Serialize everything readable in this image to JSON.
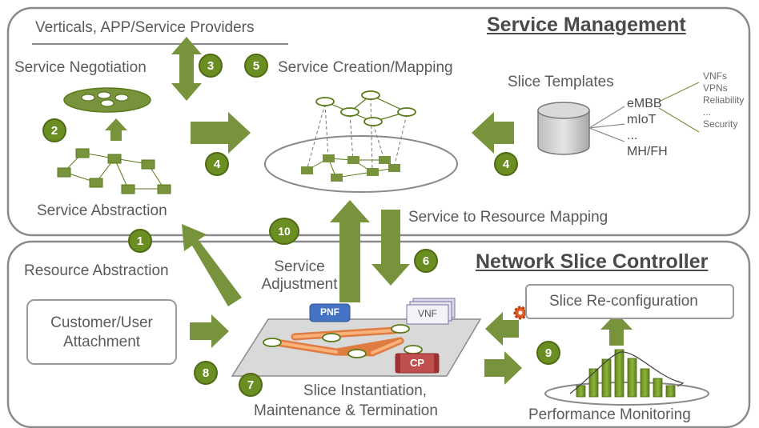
{
  "service_management": {
    "title": "Service Management",
    "verticals": "Verticals, APP/Service Providers",
    "negotiation": "Service Negotiation",
    "creation_mapping": "Service Creation/Mapping",
    "abstraction": "Service Abstraction",
    "slice_templates": "Slice Templates",
    "templates": [
      "eMBB",
      "mIoT",
      "...",
      "MH/FH"
    ],
    "template_properties": [
      "VNFs",
      "VPNs",
      "Reliability",
      "...",
      "Security"
    ]
  },
  "connectors": {
    "service_to_resource": "Service to Resource Mapping",
    "service_adjustment_line1": "Service",
    "service_adjustment_line2": "Adjustment",
    "resource_abstraction": "Resource Abstraction"
  },
  "network_slice_controller": {
    "title": "Network Slice Controller",
    "customer_line1": "Customer/User",
    "customer_line2": "Attachment",
    "reconfiguration": "Slice Re-configuration",
    "instantiation_line1": "Slice Instantiation,",
    "instantiation_line2": "Maintenance & Termination",
    "performance": "Performance Monitoring",
    "pnf": "PNF",
    "vnf": "VNF",
    "cp": "CP"
  },
  "step_numbers": [
    "1",
    "2",
    "3",
    "4",
    "4",
    "5",
    "6",
    "7",
    "8",
    "9",
    "10"
  ],
  "colors": {
    "accent_green": "#6b8e23",
    "arrow_green": "#77933c",
    "panel_border": "#8a8a8a",
    "link_orange": "#f79646",
    "pnf_blue": "#4472c4",
    "cp_red": "#c0504d"
  }
}
